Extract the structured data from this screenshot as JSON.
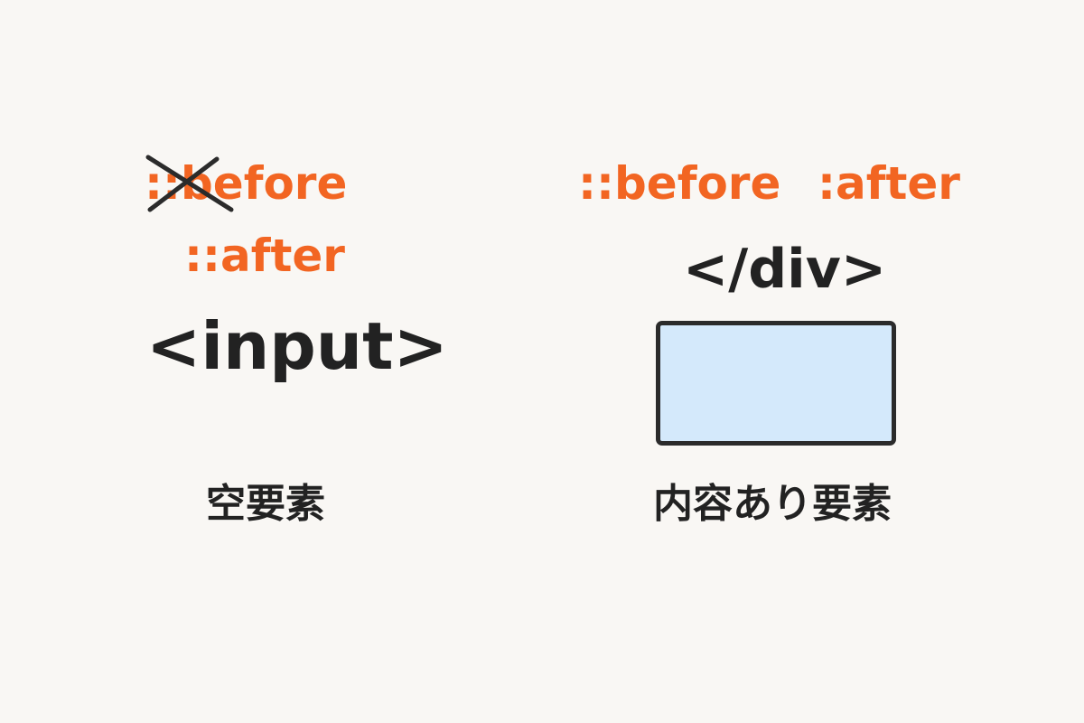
{
  "colors": {
    "background": "#f9f7f4",
    "pseudo_element_text": "#f26522",
    "tag_text": "#222222",
    "box_fill": "#d4e9fb",
    "box_border": "#2b2b2b",
    "cross_mark": "#2b2b2b"
  },
  "empty_element": {
    "before_label": "::before",
    "after_label": "::after",
    "before_crossed_out": true,
    "tag": "<input>",
    "caption": "空要素"
  },
  "content_element": {
    "before_label": "::before",
    "after_label": ":after",
    "tag": "</div>",
    "caption": "内容あり要素"
  }
}
